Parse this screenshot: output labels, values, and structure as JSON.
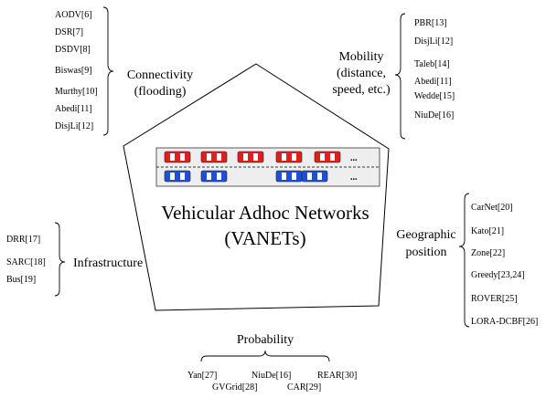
{
  "center": {
    "line1": "Vehicular Adhoc Networks",
    "line2": "(VANETs)",
    "ellipsis_top": "...",
    "ellipsis_bottom": "..."
  },
  "connectivity": {
    "label_line1": "Connectivity",
    "label_line2": "(flooding)",
    "refs": [
      "AODV[6]",
      "DSR[7]",
      "DSDV[8]",
      "Biswas[9]",
      "Murthy[10]",
      "Abedi[11]",
      "DisjLi[12]"
    ]
  },
  "mobility": {
    "label_line1": "Mobility",
    "label_line2": "(distance,",
    "label_line3": "speed, etc.)",
    "refs": [
      "PBR[13]",
      "DisjLi[12]",
      "Taleb[14]",
      "Abedi[11]",
      "Wedde[15]",
      "NiuDe[16]"
    ]
  },
  "infrastructure": {
    "label": "Infrastructure",
    "refs": [
      "DRR[17]",
      "SARC[18]",
      "Bus[19]"
    ]
  },
  "geographic": {
    "label_line1": "Geographic",
    "label_line2": "position",
    "refs": [
      "CarNet[20]",
      "Kato[21]",
      "Zone[22]",
      "Greedy[23,24]",
      "ROVER[25]",
      "LORA-DCBF[26]"
    ]
  },
  "probability": {
    "label": "Probability",
    "refs_top": [
      "Yan[27]",
      "NiuDe[16]",
      "REAR[30]"
    ],
    "refs_bottom": [
      "GVGrid[28]",
      "CAR[29]"
    ]
  },
  "colors": {
    "car_top": "#e0201c",
    "car_bottom": "#1f4fd6",
    "road": "#eeeeee"
  }
}
